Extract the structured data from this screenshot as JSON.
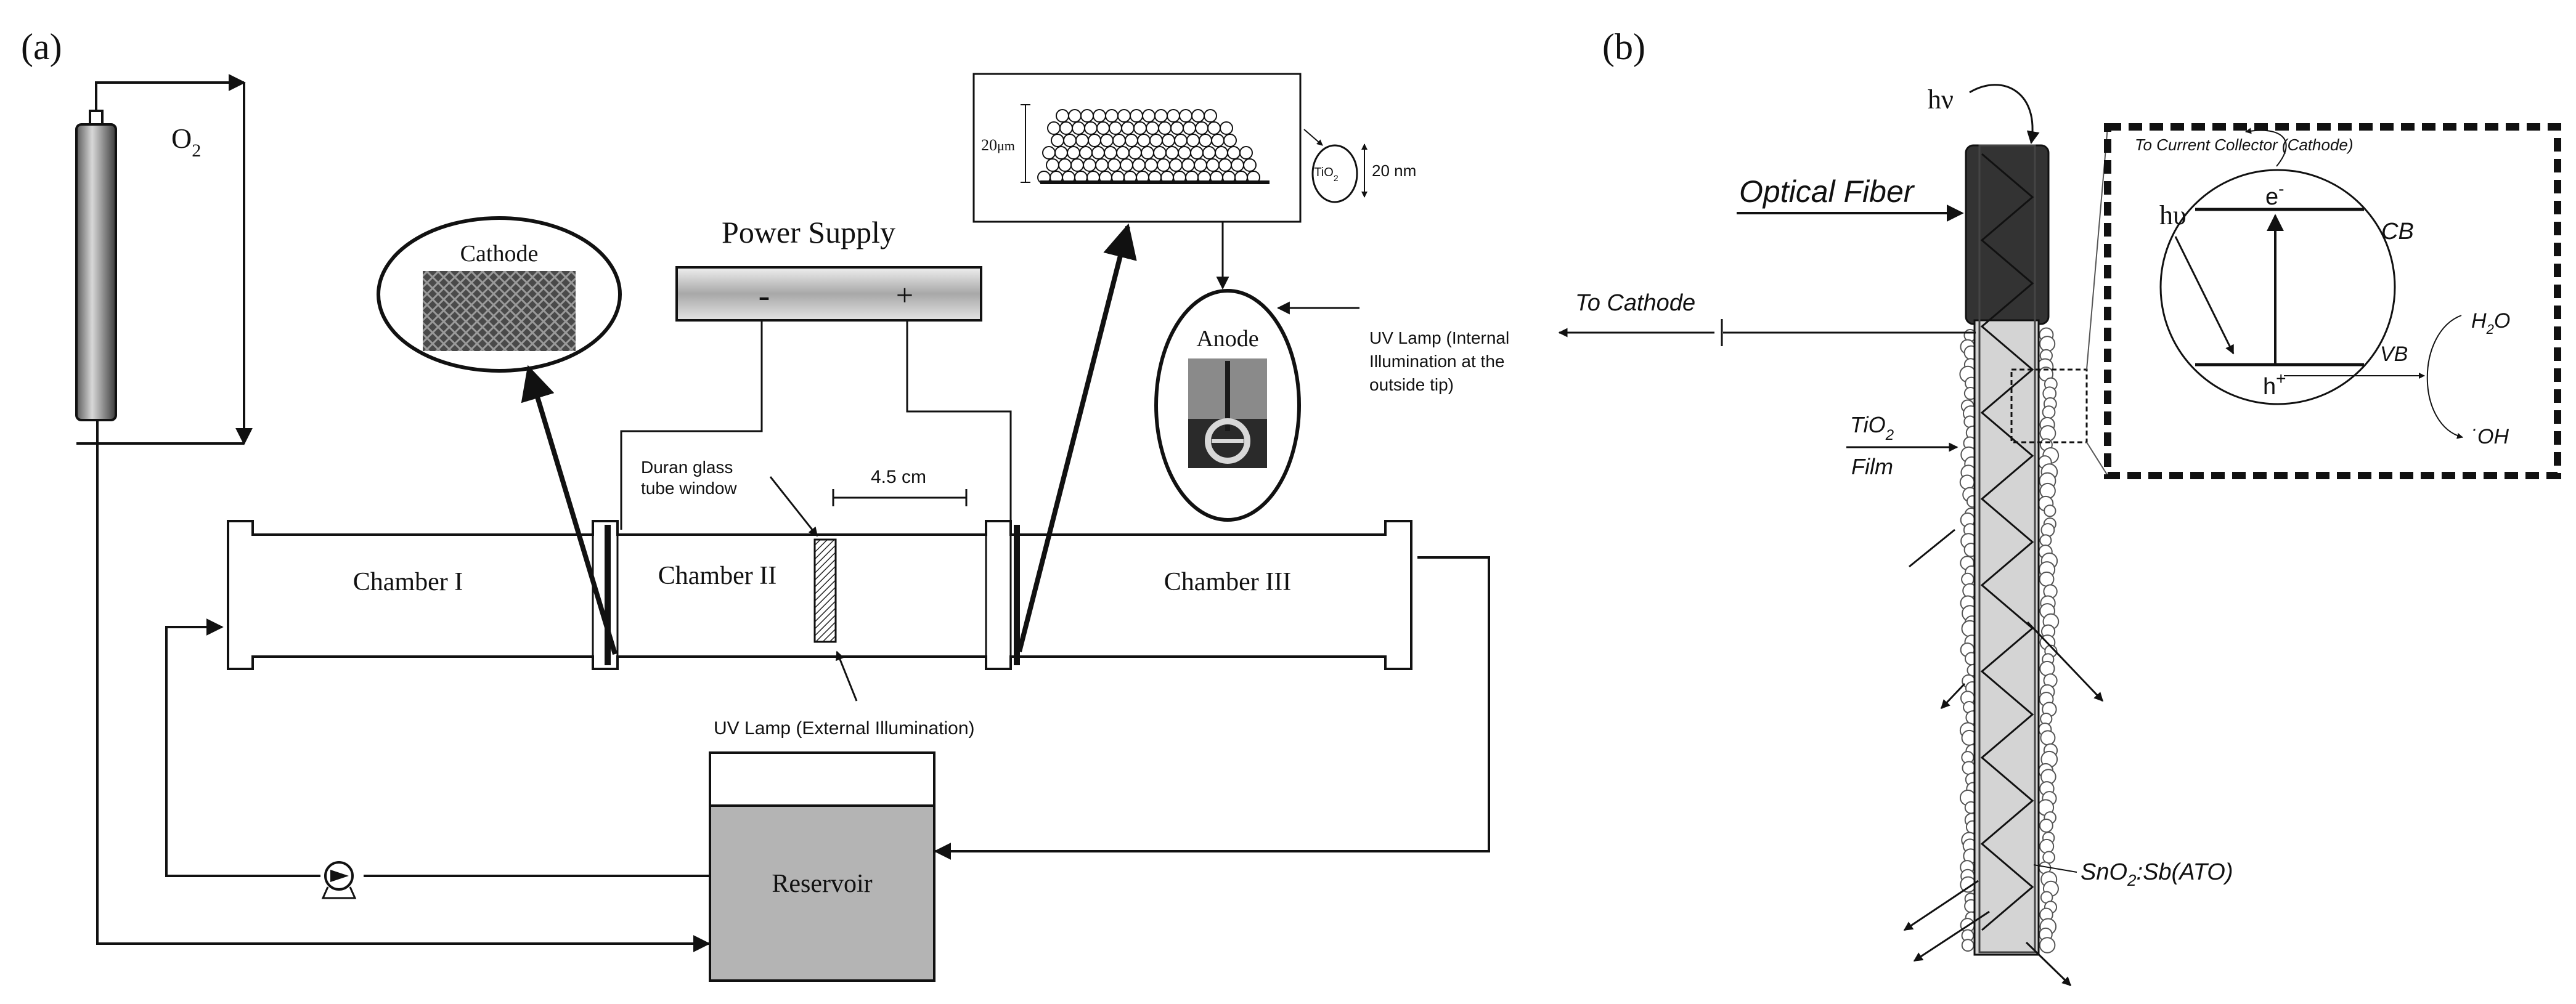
{
  "panel_a": {
    "label": "(a)",
    "o2_label_main": "O",
    "o2_label_sub": "2",
    "power_supply": {
      "title": "Power Supply",
      "minus": "-",
      "plus": "+"
    },
    "cathode_label": "Cathode",
    "anode_label": "Anode",
    "inset": {
      "thickness_value": "20",
      "thickness_unit": "μm",
      "particle_main": "TiO",
      "particle_sub": "2",
      "particle_size": "20 nm"
    },
    "uv_internal": {
      "line1": "UV Lamp (Internal",
      "line2": "Illumination at the",
      "line3": "outside tip)"
    },
    "duran": {
      "line1": "Duran glass",
      "line2": "tube window"
    },
    "distance": "4.5 cm",
    "chambers": [
      "Chamber I",
      "Chamber II",
      "Chamber III"
    ],
    "uv_external": "UV Lamp (External Illumination)",
    "reservoir": "Reservoir"
  },
  "panel_b": {
    "label": "(b)",
    "hv_top": "hν",
    "optical_fiber": "Optical Fiber",
    "to_cathode": "To Cathode",
    "tio2_main": "TiO",
    "tio2_sub": "2",
    "film": "Film",
    "sno2": "SnO",
    "sno2_sub": "2",
    "sno2_rest": ":Sb(ATO)",
    "zoom": {
      "to_collector": "To Current Collector (Cathode)",
      "hv": "hυ",
      "electron": "e",
      "electron_sup": "-",
      "cb": "CB",
      "vb": "VB",
      "hole": "h",
      "hole_sup": "+",
      "h2o_main": "H",
      "h2o_sub": "2",
      "h2o_end": "O",
      "oh_dot": "·",
      "oh": "OH"
    }
  },
  "colors": {
    "ink": "#111111",
    "tube_gray": "#d4d4d4",
    "reservoir_fill": "#b4b4b4",
    "fiber_dark": "#333333"
  }
}
